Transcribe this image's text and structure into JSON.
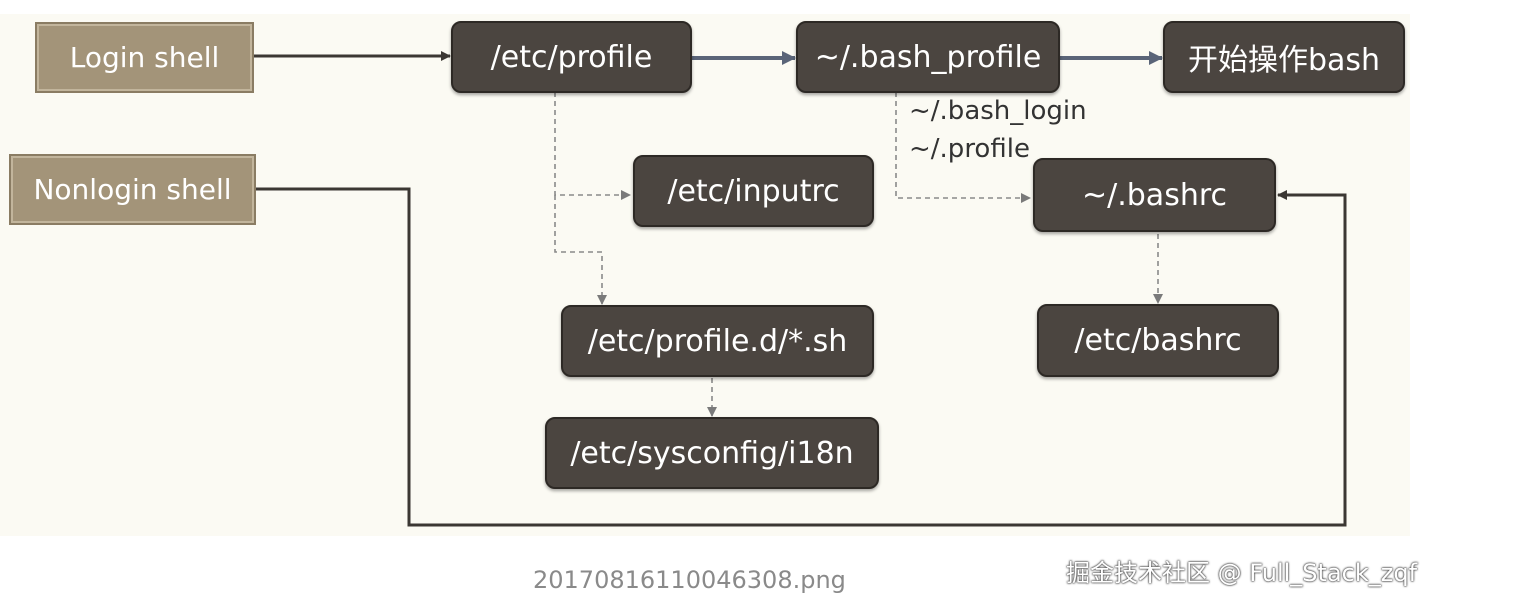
{
  "nodes": {
    "login_shell": "Login shell",
    "nonlogin_shell": "Nonlogin shell",
    "etc_profile": "/etc/profile",
    "bash_profile": "~/.bash_profile",
    "start_bash": "开始操作bash",
    "etc_inputrc": "/etc/inputrc",
    "profile_d": "/etc/profile.d/*.sh",
    "sysconfig_i18n": "/etc/sysconfig/i18n",
    "bashrc": "~/.bashrc",
    "etc_bashrc": "/etc/bashrc"
  },
  "alternatives": {
    "bash_login": "~/.bash_login",
    "profile": "~/.profile"
  },
  "edges": [
    {
      "from": "login_shell",
      "to": "etc_profile",
      "style": "solid"
    },
    {
      "from": "etc_profile",
      "to": "bash_profile",
      "style": "solid"
    },
    {
      "from": "bash_profile",
      "to": "start_bash",
      "style": "solid"
    },
    {
      "from": "etc_profile",
      "to": "etc_inputrc",
      "style": "dashed"
    },
    {
      "from": "etc_profile",
      "to": "profile_d",
      "style": "dashed"
    },
    {
      "from": "profile_d",
      "to": "sysconfig_i18n",
      "style": "dashed"
    },
    {
      "from": "bash_profile",
      "to": "bashrc",
      "style": "dashed"
    },
    {
      "from": "bashrc",
      "to": "etc_bashrc",
      "style": "dashed"
    },
    {
      "from": "nonlogin_shell",
      "to": "bashrc",
      "style": "solid"
    }
  ],
  "colors": {
    "entry_box": "#a39479",
    "file_box": "#4b4540",
    "solid_edge": "#3b3733",
    "accent_edge": "#5a6478",
    "dashed_edge": "#8a8a8a"
  },
  "footer": {
    "filename": "20170816110046308.png",
    "watermark": "掘金技术社区 @ Full_Stack_zqf"
  }
}
